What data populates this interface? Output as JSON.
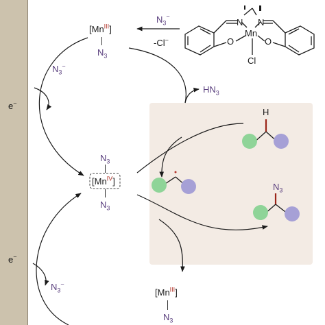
{
  "diagram": {
    "colors": {
      "electrode": "#ccc2ad",
      "electrode_edge": "#8b8170",
      "panel": "#f3ebe4",
      "mn_iii_label": "#cc2233",
      "azide": "#5a3f7e",
      "node_green": "#8fd498",
      "node_purple": "#a6a0d6",
      "bond_red": "#9b2418",
      "arrow": "#1a1a1a"
    },
    "top_mn": {
      "bracket_open": "[Mn",
      "ox": "III",
      "bracket_close": "]",
      "ligand": "N",
      "ligand_sub": "3"
    },
    "top_reagents": {
      "azide": "N",
      "azide_sub": "3",
      "azide_sup": "−",
      "chloride": "-Cl",
      "chloride_sup": "−"
    },
    "catalyst": {
      "center": "Mn",
      "axial": "Cl",
      "n1": "N",
      "n2": "N",
      "o1": "O",
      "o2": "O"
    },
    "side_1": {
      "electron": "e",
      "electron_sup": "−",
      "azide": "N",
      "azide_sub": "3",
      "azide_sup": "−"
    },
    "hn3": {
      "text": "HN",
      "sub": "3"
    },
    "substrate": {
      "h_label": "H"
    },
    "mid_mn": {
      "bracket_open": "[Mn",
      "ox": "IV",
      "bracket_close": "]",
      "top_ligand": "N",
      "top_sub": "3",
      "bottom_ligand": "N",
      "bottom_sub": "3"
    },
    "product": {
      "label": "N",
      "sub": "3"
    },
    "side_2": {
      "electron": "e",
      "electron_sup": "−",
      "azide": "N",
      "azide_sub": "3",
      "azide_sup": "−"
    },
    "bottom_mn": {
      "bracket_open": "[Mn",
      "ox": "III",
      "bracket_close": "]",
      "ligand": "N",
      "ligand_sub": "3"
    }
  }
}
